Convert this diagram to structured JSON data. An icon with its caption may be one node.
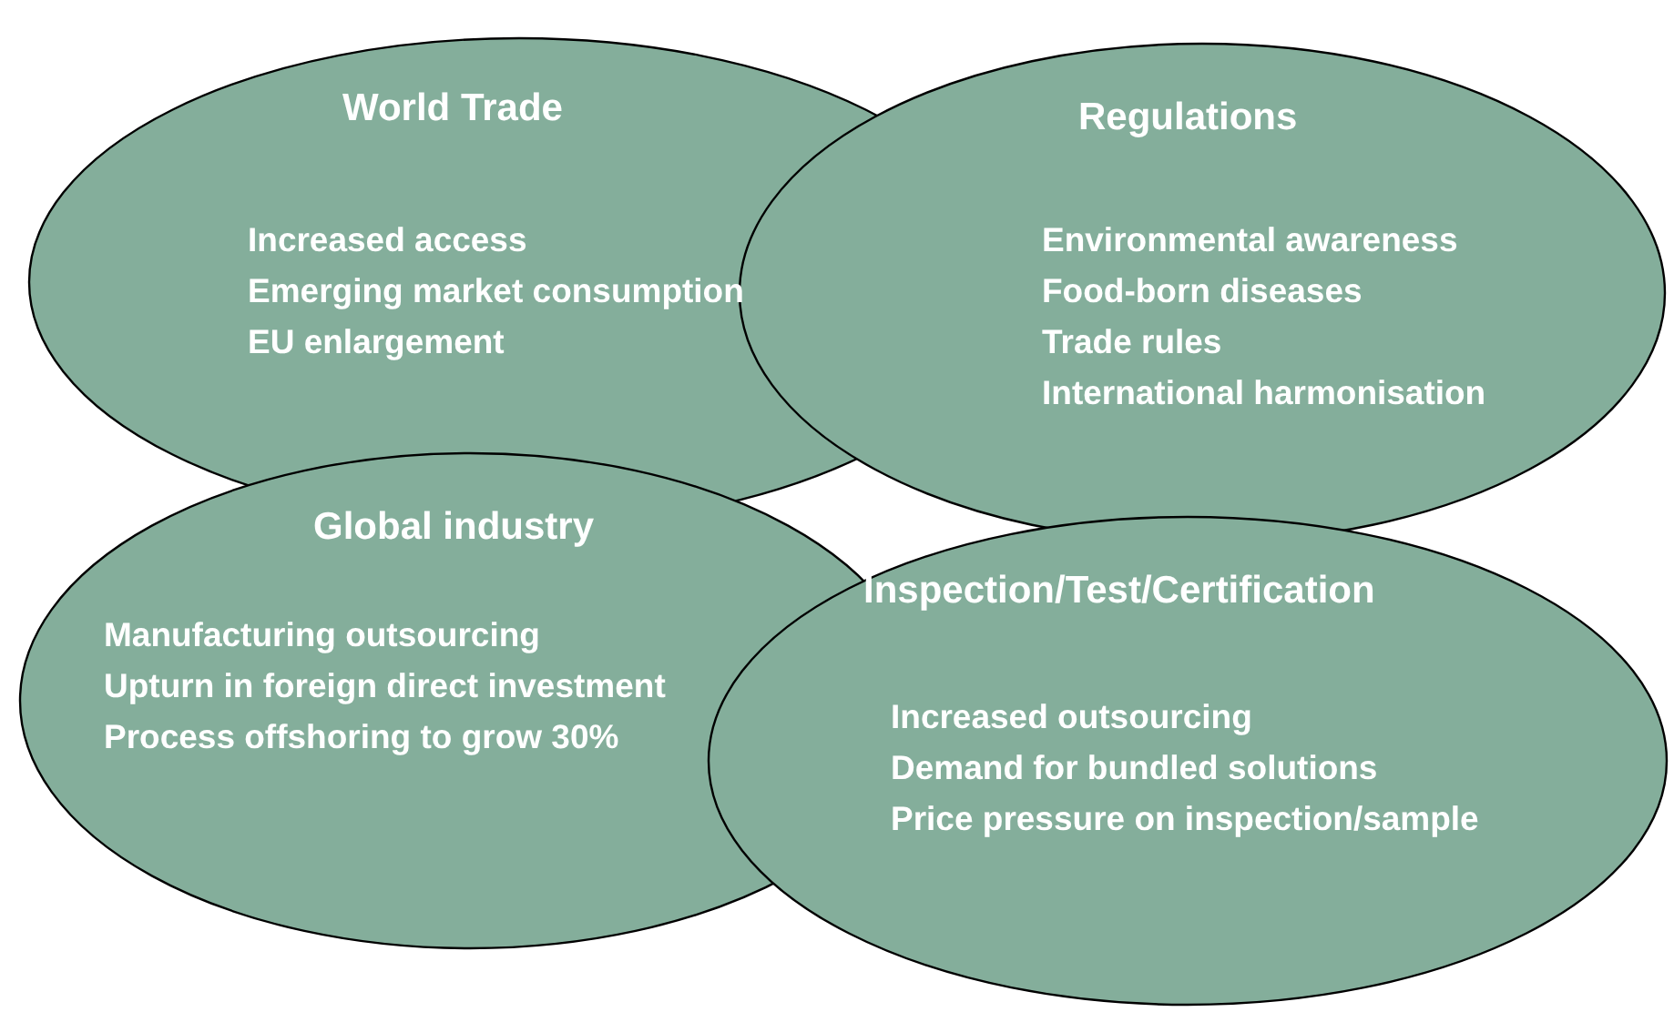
{
  "diagram": {
    "nodes": [
      {
        "text": [
          "World Trade",
          "Increased access",
          "Emerging market consumption",
          "EU enlargement"
        ]
      },
      {
        "text": [
          "Regulations",
          "Environmental awareness",
          "Food-born diseases",
          "Trade rules",
          "International harmonisation"
        ]
      },
      {
        "text": [
          "Global industry",
          "Manufacturing outsourcing",
          "Upturn in foreign direct investment",
          "Process offshoring to grow 30%"
        ]
      },
      {
        "text": [
          "Inspection/Test/Certification",
          "Increased outsourcing",
          "Demand for bundled solutions",
          "Price pressure on inspection/sample"
        ]
      }
    ]
  }
}
